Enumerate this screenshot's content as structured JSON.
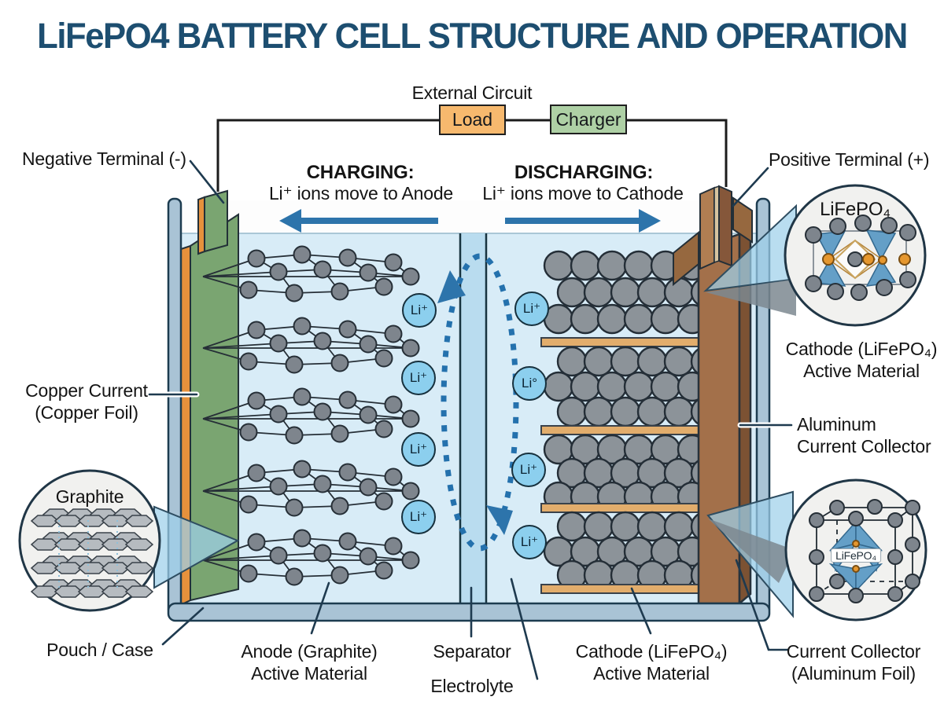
{
  "title": "LiFePO4 BATTERY CELL STRUCTURE AND OPERATION",
  "external_circuit": {
    "label": "External Circuit",
    "load": "Load",
    "charger": "Charger"
  },
  "modes": {
    "charging": {
      "heading": "CHARGING:",
      "text": "Li⁺ ions move to Anode"
    },
    "discharging": {
      "heading": "DISCHARGING:",
      "text": "Li⁺ ions move to Cathode"
    }
  },
  "terminals": {
    "negative": "Negative Terminal (-)",
    "positive": "Positive Terminal (+)"
  },
  "labels": {
    "copper_current": {
      "line1": "Copper Current",
      "line2": "(Copper Foil)"
    },
    "pouch_case": "Pouch / Case",
    "anode": {
      "line1": "Anode (Graphite)",
      "line2": "Active Material"
    },
    "separator": "Separator",
    "electrolyte": "Electrolyte",
    "cathode_bottom": {
      "line1": "Cathode (LiFePO₄)",
      "line2": "Active Material"
    },
    "current_collector_bottom": {
      "line1": "Current Collector",
      "line2": "(Aluminum Foil)"
    },
    "cathode_right": {
      "line1": "Cathode (LiFePO₄)",
      "line2": "Active Material"
    },
    "aluminum_right": {
      "line1": "Aluminum",
      "line2": "Current Collector"
    }
  },
  "insets": {
    "graphite_title": "Graphite",
    "lifepo4_top": "LiFePO₄",
    "lifepo4_bottom": "LiFePO₄"
  },
  "ions": {
    "left": [
      "Li⁺",
      "Li⁺",
      "Li⁺",
      "Li⁺"
    ],
    "right": [
      "Li⁺",
      "Li°",
      "Li⁺",
      "Li⁺"
    ]
  },
  "colors": {
    "title": "#1d4e70",
    "arrow_blue": "#2d74ab",
    "load_fill": "#f7b96e",
    "charger_fill": "#aed0a5",
    "case": "#a9c3d5",
    "electrolyte": "#d8ecf7",
    "separator": "#b9dcef",
    "anode_green": "#7aa571",
    "copper_foil": "#e6913c",
    "cathode_particle": "#8c9399",
    "aluminum": "#a3704a",
    "cathode_bar": "#e2ad6c",
    "ion_fill": "#8ccfee",
    "ion_flow_dash": "#2471ad"
  }
}
